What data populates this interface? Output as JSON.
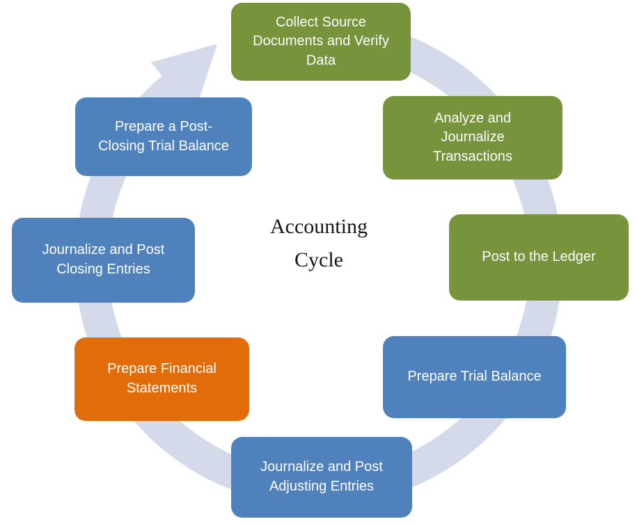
{
  "title": {
    "line1": "Accounting",
    "line2": "Cycle"
  },
  "colors": {
    "background": "#FFFFFF",
    "arrow_band": "#D4DAE9",
    "green": "#77933C",
    "blue": "#4F81BD",
    "orange": "#E36C0A",
    "step_label_text": "#FFFFFF",
    "title_text": "#151515"
  },
  "steps": [
    {
      "id": "collect-source",
      "label": "Collect Source Documents and Verify Data",
      "color": "green"
    },
    {
      "id": "analyze-journalize",
      "label": "Analyze and Journalize Transactions",
      "color": "green"
    },
    {
      "id": "post-to-ledger",
      "label": "Post to the Ledger",
      "color": "green"
    },
    {
      "id": "prepare-trial-balance",
      "label": "Prepare Trial Balance",
      "color": "blue"
    },
    {
      "id": "journalize-post-adjusting",
      "label": "Journalize and Post Adjusting Entries",
      "color": "blue"
    },
    {
      "id": "prepare-financial-statements",
      "label": "Prepare Financial Statements",
      "color": "orange"
    },
    {
      "id": "journalize-post-closing",
      "label": "Journalize and Post Closing Entries",
      "color": "blue"
    },
    {
      "id": "prepare-post-closing-trial-balance",
      "label": "Prepare a Post-Closing Trial Balance",
      "color": "blue"
    }
  ]
}
